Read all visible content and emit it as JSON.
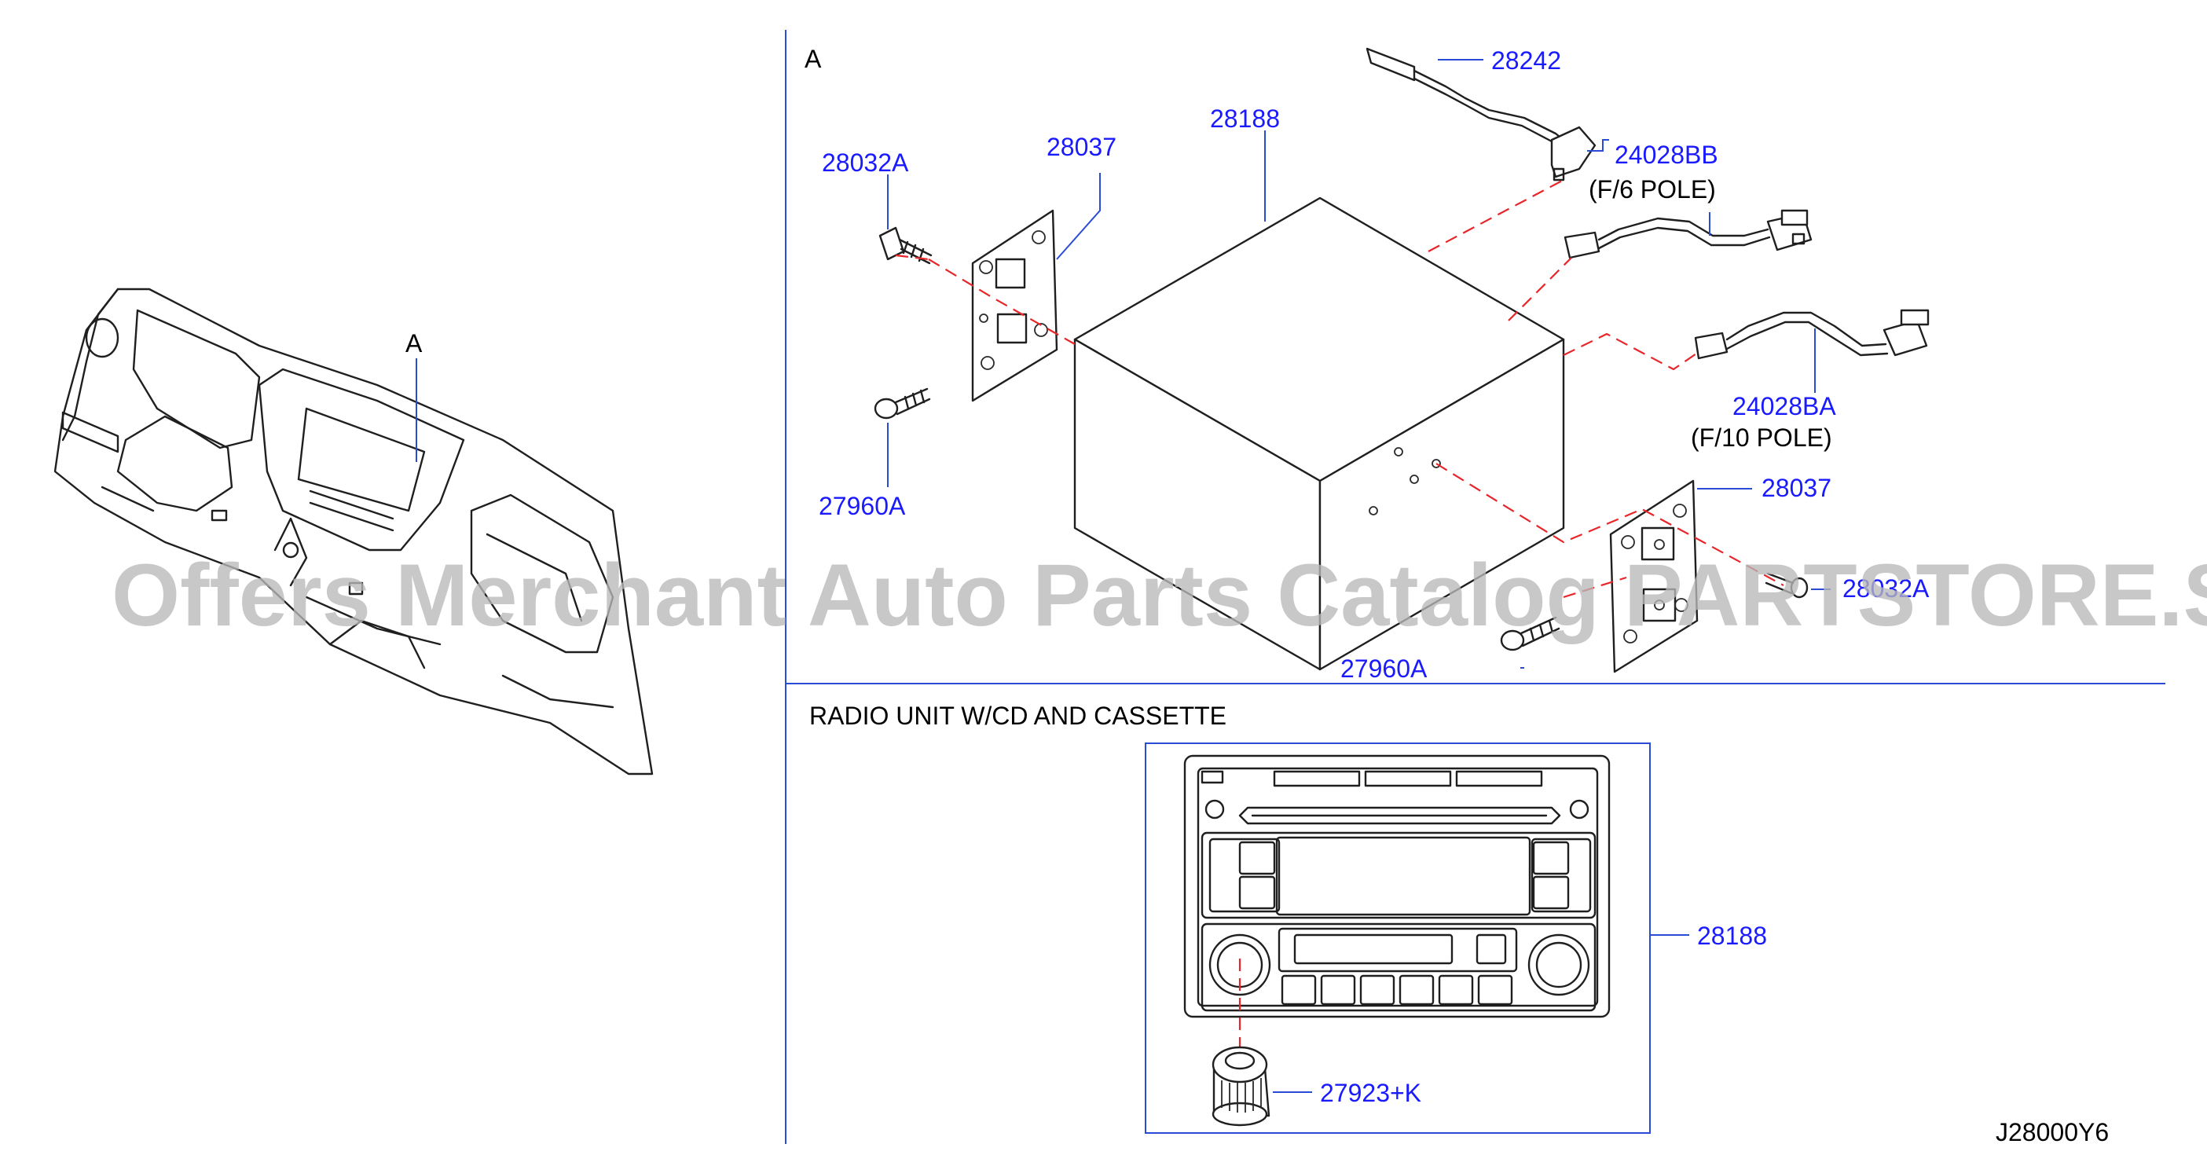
{
  "labels": {
    "dash_callout": "A",
    "section_callout": "A",
    "section_title": "RADIO  UNIT  W/CD  AND  CASSETTE",
    "diagram_code": "J28000Y6"
  },
  "parts": {
    "p28242": "28242",
    "p28188_top": "28188",
    "p28037_top": "28037",
    "p28032a_top": "28032A",
    "p24028bb": "24028BB",
    "p24028bb_note": "(F/6  POLE)",
    "p24028ba": "24028BA",
    "p24028ba_note": "(F/10  POLE)",
    "p27960a_left": "27960A",
    "p28037_right": "28037",
    "p28032a_right": "28032A",
    "p27960a_bottom": "27960A",
    "p28188_radio": "28188",
    "p27923k": "27923+K"
  },
  "watermark": "Offers Merchant Auto Parts Catalog PARTSTORE.SA",
  "colors": {
    "part_number": "#1a1aff",
    "leader": "#2a4bd6",
    "dashed_guide": "#e8262a",
    "line": "#1f1f1f"
  }
}
